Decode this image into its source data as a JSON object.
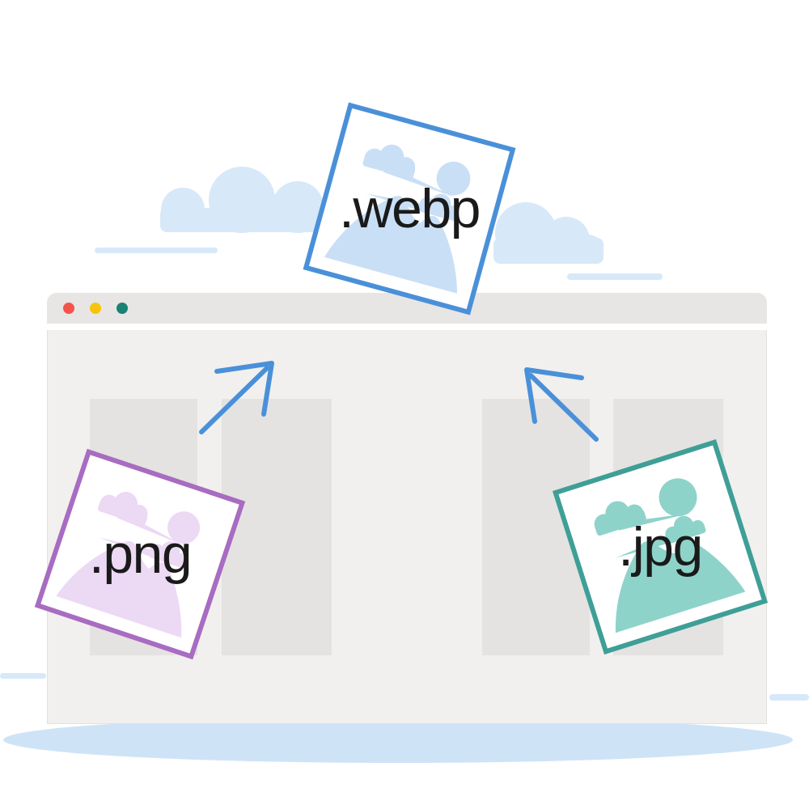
{
  "illustration": {
    "cards": [
      {
        "id": "webp",
        "label": ".webp",
        "border_color": "#4a90d9",
        "art_color": "#c9dff6"
      },
      {
        "id": "png",
        "label": ".png",
        "border_color": "#a86cc1",
        "art_color": "#ecd9f4"
      },
      {
        "id": "jpg",
        "label": ".jpg",
        "border_color": "#3f9f97",
        "art_color": "#8ed3ca"
      }
    ],
    "label_text_color": "#1a1a1a",
    "arrows": {
      "color": "#4a90d9",
      "count": 2
    },
    "browser_window": {
      "bar_color": "#e8e6e4",
      "body_color": "#f1f0ee",
      "block_color": "#e4e3e1",
      "placeholder_block_count": 4,
      "traffic_lights": [
        {
          "name": "close",
          "color": "#f4534b"
        },
        {
          "name": "minimize",
          "color": "#f6c40e"
        },
        {
          "name": "fullscreen",
          "color": "#1b8173"
        }
      ]
    },
    "sky": {
      "cloud_color": "#d7e8f9",
      "line_color": "#d7e8f9"
    },
    "ground_shadow_color": "#cfe3f7"
  }
}
